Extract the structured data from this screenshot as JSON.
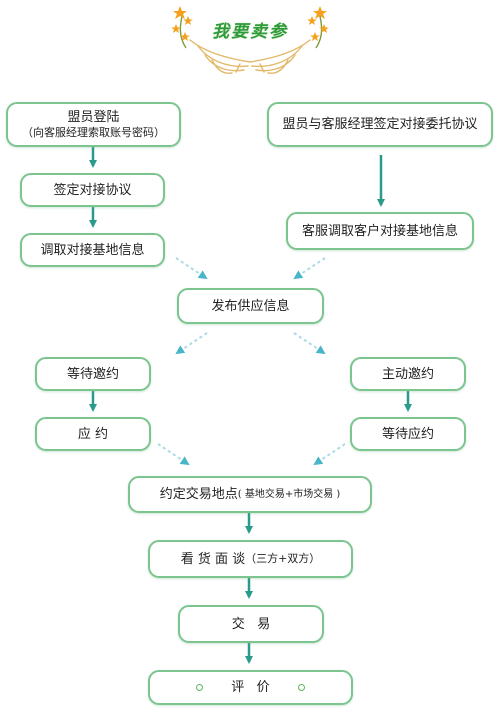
{
  "title": "我要卖参",
  "nodes": {
    "member_login": "盟员登陆",
    "member_login_note": "（向客服经理索取账号密码）",
    "sign_agreement": "签定对接协议",
    "fetch_base_info": "调取对接基地信息",
    "member_sign_commission": "盟员与客服经理签定对接委托协议",
    "service_fetch_customer": "客服调取客户对接基地信息",
    "publish_supply": "发布供应信息",
    "wait_invite": "等待邀约",
    "respond": "应 约",
    "active_invite": "主动邀约",
    "wait_respond": "等待应约",
    "agree_place": "约定交易地点",
    "agree_place_note": "( 基地交易+市场交易 )",
    "inspect": "看 货 面 谈",
    "inspect_note": "（三方+双方）",
    "trade": "交   易",
    "review": "评   价"
  },
  "colors": {
    "border": "#7cc58f",
    "arrow": "#2a9a8c",
    "title": "#2f9a3a"
  },
  "icons": {
    "decor": [
      "star-sprig-icon",
      "ginseng-root-icon",
      "circle-bullet-icon"
    ]
  }
}
